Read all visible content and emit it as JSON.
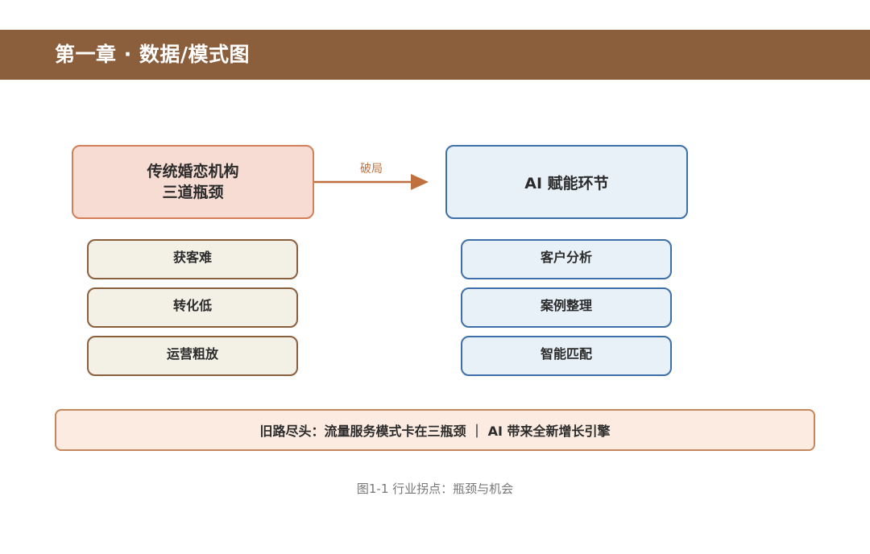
{
  "header": {
    "title": "第一章 · 数据/模式图"
  },
  "diagram": {
    "left_main": {
      "line1": "传统婚恋机构",
      "line2": "三道瓶颈"
    },
    "arrow_label": "破局",
    "right_main": {
      "label": "AI 赋能环节"
    },
    "left_items": [
      "获客难",
      "转化低",
      "运营粗放"
    ],
    "right_items": [
      "客户分析",
      "案例整理",
      "智能匹配"
    ],
    "summary": "旧路尽头：流量服务模式卡在三瓶颈 ｜ AI 带来全新增长引擎",
    "colors": {
      "header": "#8b5e3c",
      "left_main_fill": "#f6dcd2",
      "left_main_border": "#d1805a",
      "right_fill": "#e8f0f8",
      "right_border": "#3e6fa6",
      "left_item_fill": "#f3f0e6",
      "left_item_border": "#8b5e3c",
      "arrow": "#c0703f",
      "summary_fill": "#fcebe0",
      "summary_border": "#c4875e"
    }
  },
  "caption": "图1-1 行业拐点：瓶颈与机会"
}
